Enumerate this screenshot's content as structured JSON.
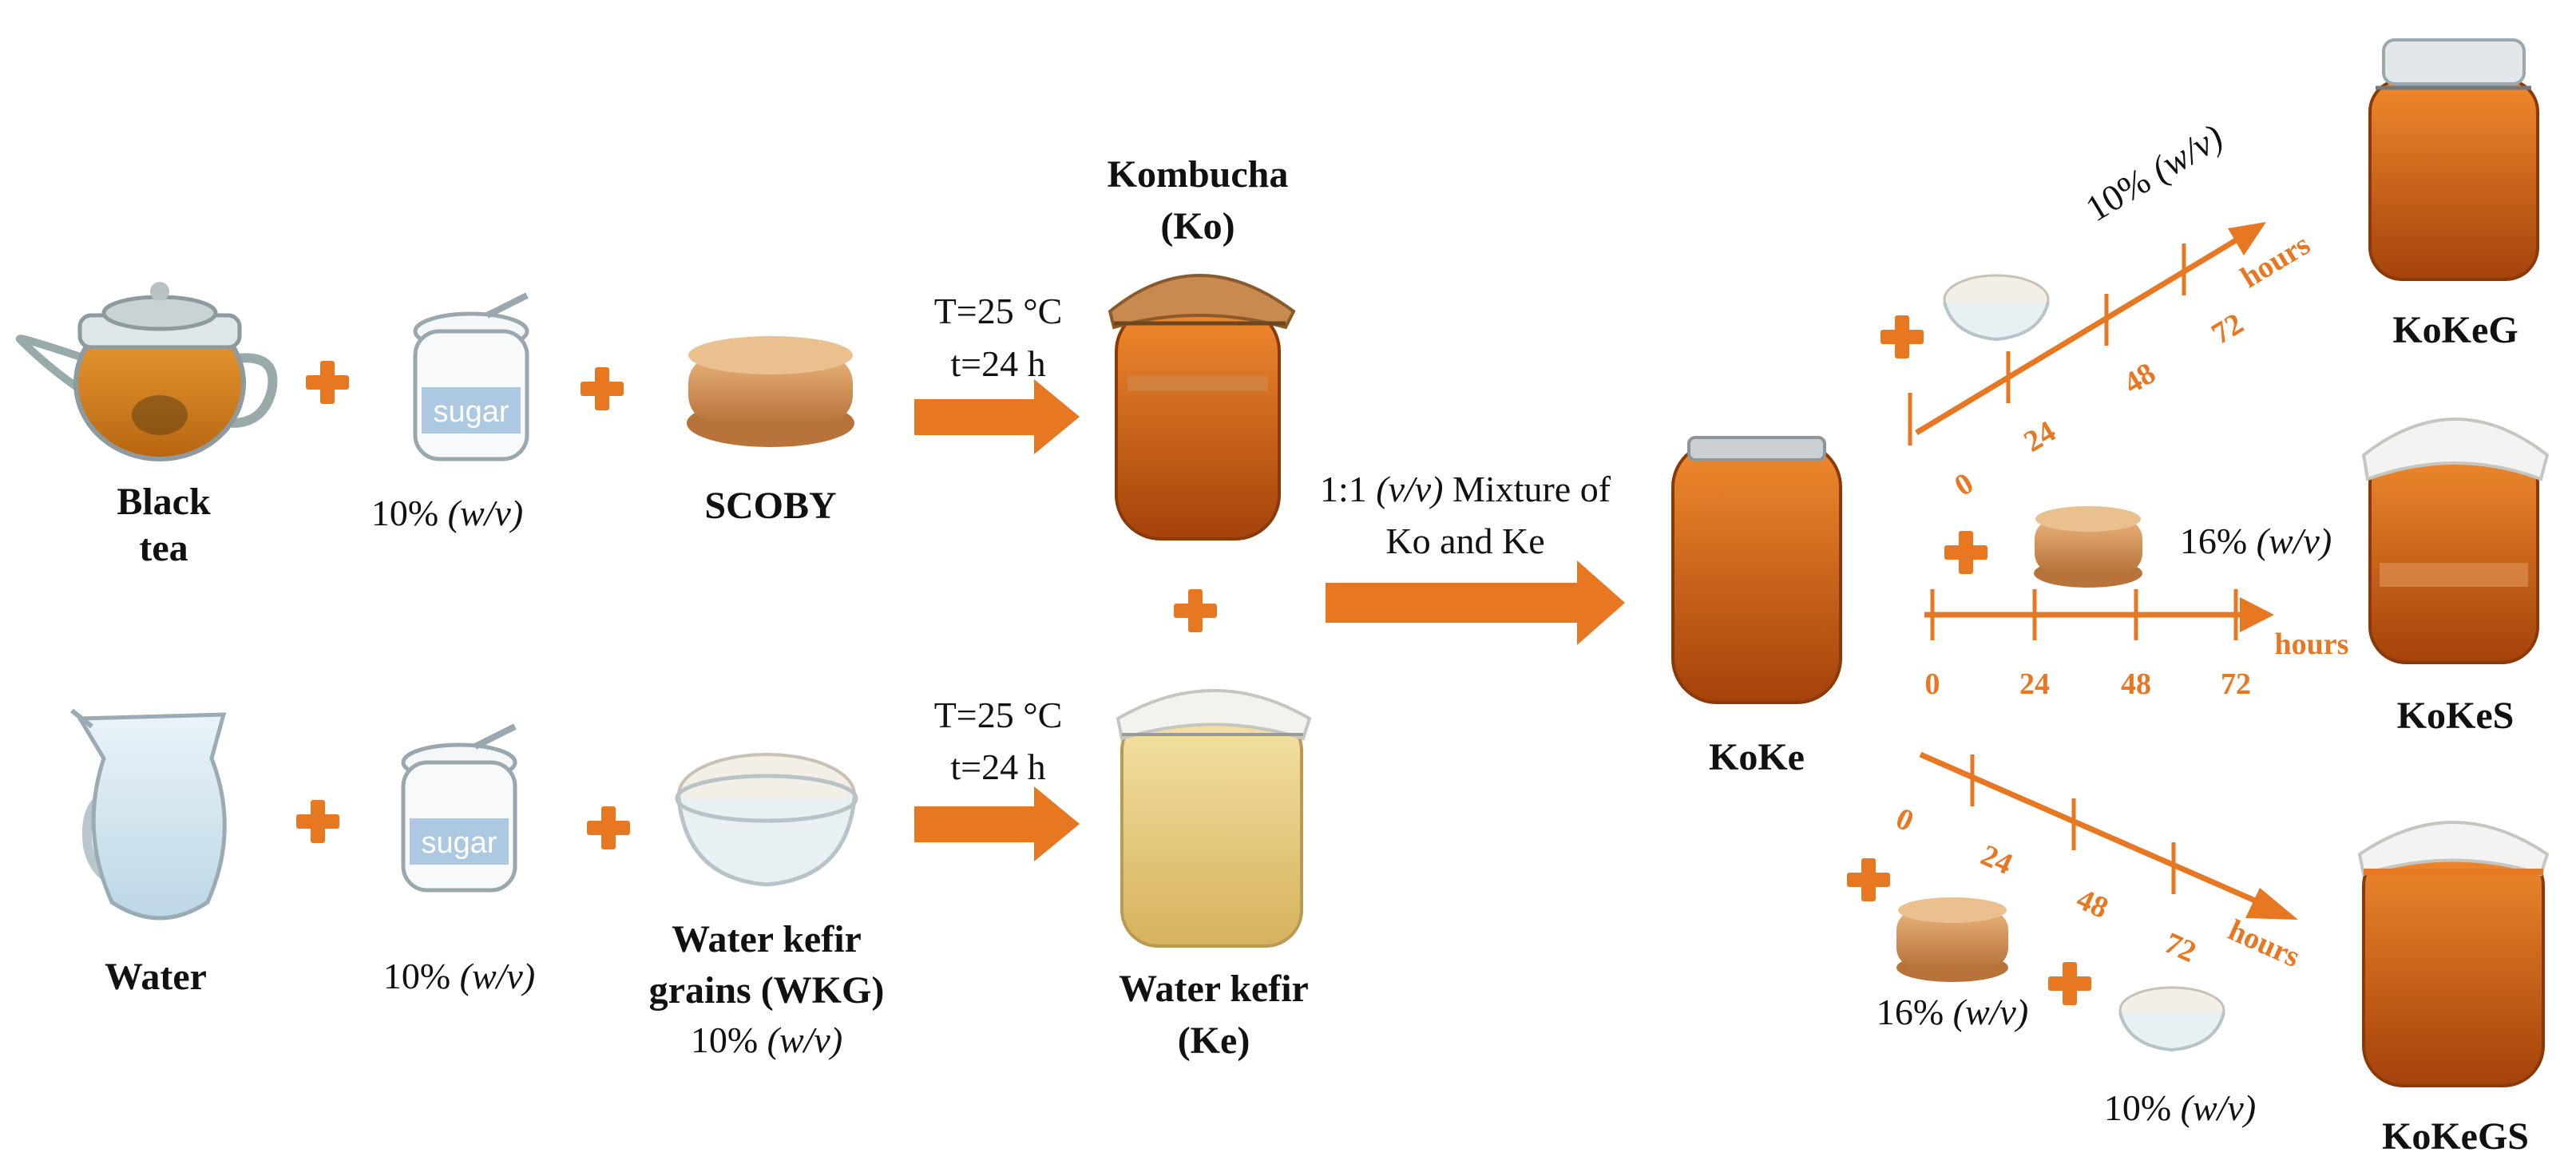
{
  "colors": {
    "accent": "#E87722",
    "tea": "#C8741A",
    "kombucha": "#C05A10",
    "kefir": "#E6C97A",
    "scoby": "#D89A5C"
  },
  "icons": [
    "teapot-icon",
    "sugar-jar-icon",
    "scoby-icon",
    "water-pitcher-icon",
    "kefir-grains-bowl-icon",
    "kombucha-jar-icon",
    "water-kefir-jar-icon",
    "koke-jar-icon",
    "kokeg-jar-icon",
    "kokes-jar-icon",
    "kokegs-jar-icon"
  ],
  "row1": {
    "black_tea": "Black tea",
    "sugar_pct": "10%",
    "sugar_unit": "(w/v)",
    "scoby": "SCOBY",
    "temp": "T=25 °C",
    "time": "t=24 h",
    "kombucha_title": "Kombucha",
    "kombucha_abbr": "(Ko)"
  },
  "row2": {
    "water": "Water",
    "sugar_pct": "10%",
    "sugar_unit": "(w/v)",
    "wkg_line1": "Water kefir",
    "wkg_line2": "grains (WKG)",
    "wkg_pct": "10%",
    "wkg_unit": "(w/v)",
    "temp": "T=25 °C",
    "time": "t=24 h",
    "kefir_title": "Water kefir",
    "kefir_abbr": "(Ke)"
  },
  "mixture": {
    "line1_prefix": "1:1",
    "line1_unit": "(v/v)",
    "line1_suffix": "Mixture of",
    "line2": "Ko and Ke",
    "product": "KoKe"
  },
  "branches": {
    "top": {
      "pct": "10%",
      "unit": "(w/v)",
      "ticks": [
        "0",
        "24",
        "48",
        "72"
      ],
      "axis": "hours",
      "product": "KoKeG"
    },
    "mid": {
      "pct": "16%",
      "unit": "(w/v)",
      "ticks": [
        "0",
        "24",
        "48",
        "72"
      ],
      "axis": "hours",
      "product": "KoKeS"
    },
    "bot": {
      "pct1": "16%",
      "unit1": "(w/v)",
      "pct2": "10%",
      "unit2": "(w/v)",
      "ticks": [
        "0",
        "24",
        "48",
        "72"
      ],
      "axis": "hours",
      "product": "KoKeGS"
    }
  }
}
